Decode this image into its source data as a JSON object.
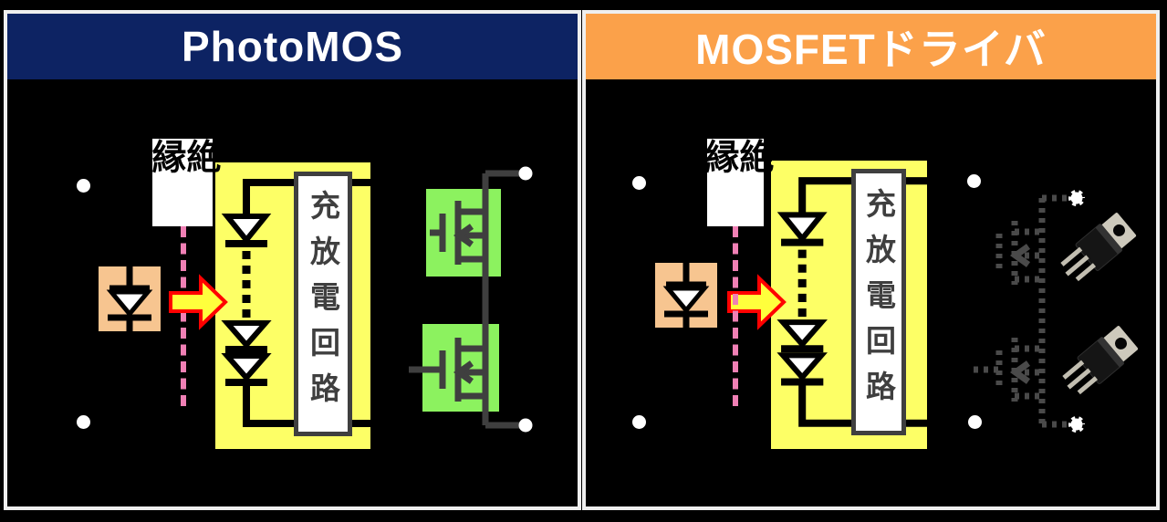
{
  "panels": {
    "left": {
      "title": "PhotoMOS",
      "title_bg": "#0D2363",
      "insulation_label": "絶縁",
      "circuit_label": "充放電回路"
    },
    "right": {
      "title": "MOSFETドライバ",
      "title_bg": "#FBA14A",
      "insulation_label": "絶縁",
      "circuit_label": "充放電回路"
    }
  },
  "colors": {
    "background": "#000000",
    "panel_border": "#EFEFEF",
    "title_text": "#FFFFFF",
    "yellow_block": "#FDFF66",
    "green_mosfet_block": "#8CF25F",
    "led_box_peach": "#F7C590",
    "insulation_pink": "#F080B5",
    "arrow_fill": "#FFFF3C",
    "arrow_stroke": "#FF0000",
    "wire_gray": "#3F3F3F",
    "diode_black": "#000000",
    "circuit_label_text": "#3F3F3F"
  },
  "icons": {
    "led_input": "photocoupler-led-icon",
    "insulation_line": "insulation-dotted-line",
    "arrow": "signal-transfer-arrow-icon",
    "diode_stack": "photodiode-array-icon",
    "output_left": "mosfet-pair-icon",
    "output_right": "mosfet-pair-dotted-icon",
    "transistor_photo": "to220-transistor-photo",
    "terminal": "terminal-dot"
  }
}
